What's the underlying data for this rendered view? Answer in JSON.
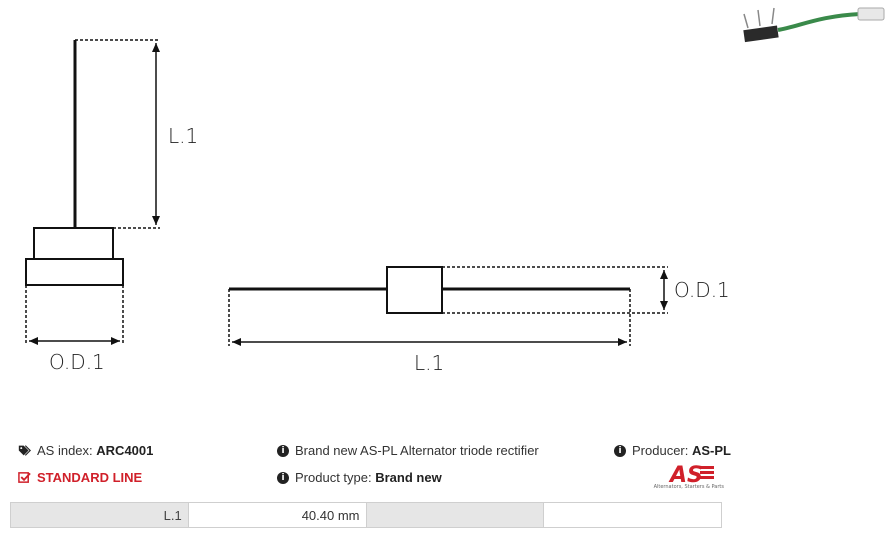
{
  "diagram": {
    "left_length_label": "L.1",
    "left_diameter_label": "O.D.1",
    "right_length_label": "L.1",
    "right_diameter_label": "O.D.1"
  },
  "thumbnail": {
    "icon": "product-thumbnail-image"
  },
  "info": {
    "as_index_label": "AS index:",
    "as_index_value": "ARC4001",
    "standard_line": "STANDARD LINE",
    "description": "Brand new AS-PL Alternator triode rectifier",
    "product_type_label": "Product type:",
    "product_type_value": "Brand new",
    "producer_label": "Producer:",
    "producer_value": "AS-PL",
    "logo_text": "AS",
    "logo_subtitle": "Alternators, Starters & Parts"
  },
  "specs": {
    "rows": [
      {
        "label": "L.1",
        "value": "40.40 mm"
      }
    ]
  },
  "colors": {
    "accent_red": "#d0202a",
    "table_grey": "#e6e6e6"
  }
}
